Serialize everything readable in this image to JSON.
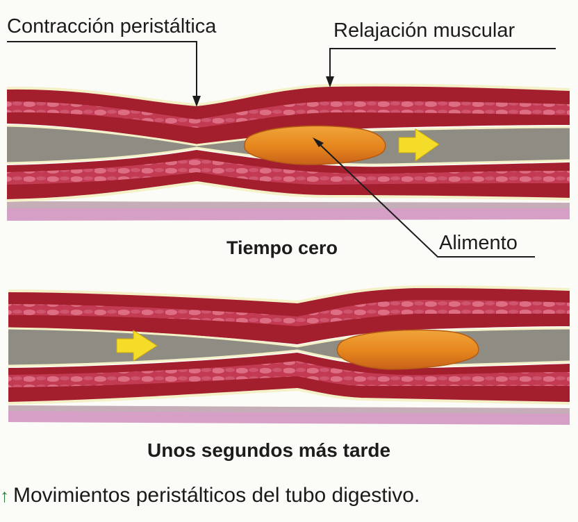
{
  "labels": {
    "contraction": "Contracción peristáltica",
    "relaxation": "Relajación muscular",
    "food": "Alimento",
    "time_zero": "Tiempo cero",
    "later": "Unos segundos más tarde"
  },
  "caption": {
    "icon": "up-arrow-icon",
    "text": "Movimientos peristálticos del tubo digestivo."
  },
  "colors": {
    "muscle": "#9c1f2c",
    "muscle_pink": "#d9607a",
    "lumen": "#8e8c82",
    "bolus": "#e58a1e",
    "arrow": "#f4dc28",
    "outer_band": "#d8a3c8"
  }
}
